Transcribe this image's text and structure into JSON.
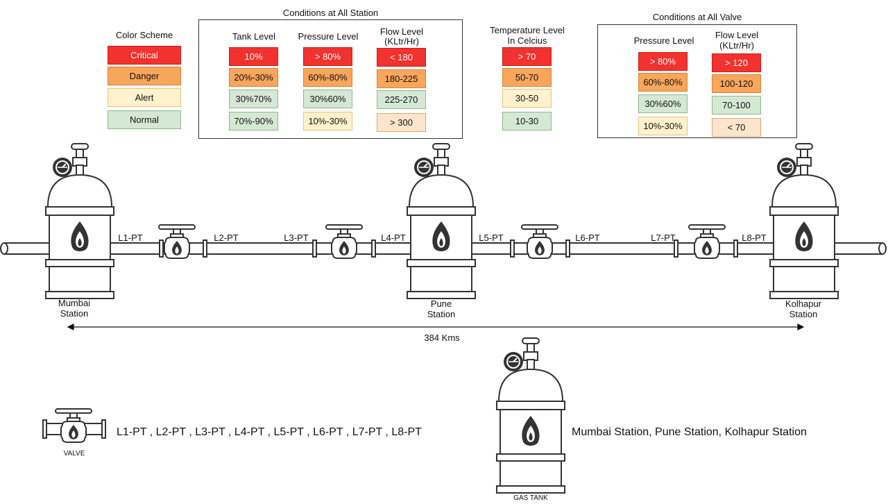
{
  "colors": {
    "critical": "#f2322e",
    "danger": "#f7a65c",
    "alert": "#fff2cc",
    "normal": "#d5e8d4"
  },
  "color_scheme": {
    "title": "Color Scheme",
    "items": [
      "Critical",
      "Danger",
      "Alert",
      "Normal"
    ]
  },
  "station_conditions": {
    "title": "Conditions at All Station",
    "tank_level": {
      "label": "Tank Level",
      "values": [
        "10%",
        "20%-30%",
        "30%70%",
        "70%-90%"
      ]
    },
    "pressure_level": {
      "label": "Pressure Level",
      "values": [
        "> 80%",
        "60%-80%",
        "30%60%",
        "10%-30%"
      ]
    },
    "flow_level": {
      "label_line1": "Flow Level",
      "label_line2": "(KLtr/Hr)",
      "values": [
        "< 180",
        "180-225",
        "225-270",
        "> 300"
      ]
    }
  },
  "temperature": {
    "label_line1": "Temperature Level",
    "label_line2": "In Celcius",
    "values": [
      "> 70",
      "50-70",
      "30-50",
      "10-30"
    ]
  },
  "valve_conditions": {
    "title": "Conditions at All Valve",
    "pressure_level": {
      "label": "Pressure Level",
      "values": [
        "> 80%",
        "60%-80%",
        "30%60%",
        "10%-30%"
      ]
    },
    "flow_level": {
      "label_line1": "Flow Level",
      "label_line2": "(KLtr/Hr)",
      "values": [
        "> 120",
        "100-120",
        "70-100",
        "< 70"
      ]
    }
  },
  "stations": [
    {
      "line1": "Mumbai",
      "line2": "Station"
    },
    {
      "line1": "Pune",
      "line2": "Station"
    },
    {
      "line1": "Kolhapur",
      "line2": "Station"
    }
  ],
  "pipe_labels": [
    "L1-PT",
    "L2-PT",
    "L3-PT",
    "L4-PT",
    "L5-PT",
    "L6-PT",
    "L7-PT",
    "L8-PT"
  ],
  "distance": "384 Kms",
  "legend": {
    "valve_caption": "VALVE",
    "valve_list": "L1-PT , L2-PT , L3-PT , L4-PT , L5-PT , L6-PT , L7-PT , L8-PT",
    "tank_caption": "GAS TANK",
    "tank_list": "Mumbai Station, Pune Station, Kolhapur Station"
  }
}
